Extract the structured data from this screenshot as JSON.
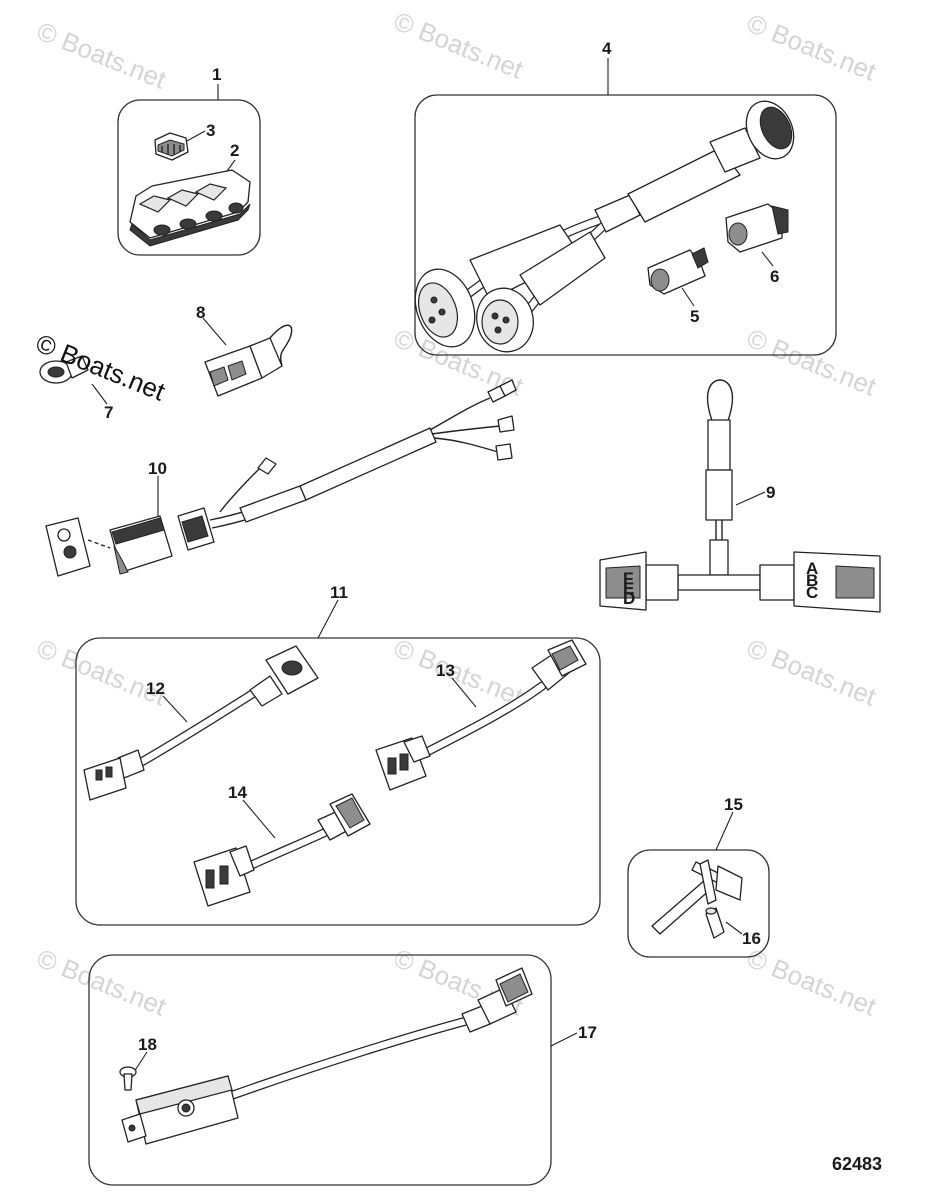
{
  "watermark": "© Boats.net",
  "figure_number": "62483",
  "callouts": {
    "c1": "1",
    "c2": "2",
    "c3": "3",
    "c4": "4",
    "c5": "5",
    "c6": "6",
    "c7": "7",
    "c8": "8",
    "c9": "9",
    "c10": "10",
    "c11": "11",
    "c12": "12",
    "c13": "13",
    "c14": "14",
    "c15": "15",
    "c16": "16",
    "c17": "17",
    "c18": "18"
  },
  "connector_pins": {
    "left": [
      "F",
      "E",
      "D"
    ],
    "right": [
      "A",
      "B",
      "C"
    ]
  }
}
